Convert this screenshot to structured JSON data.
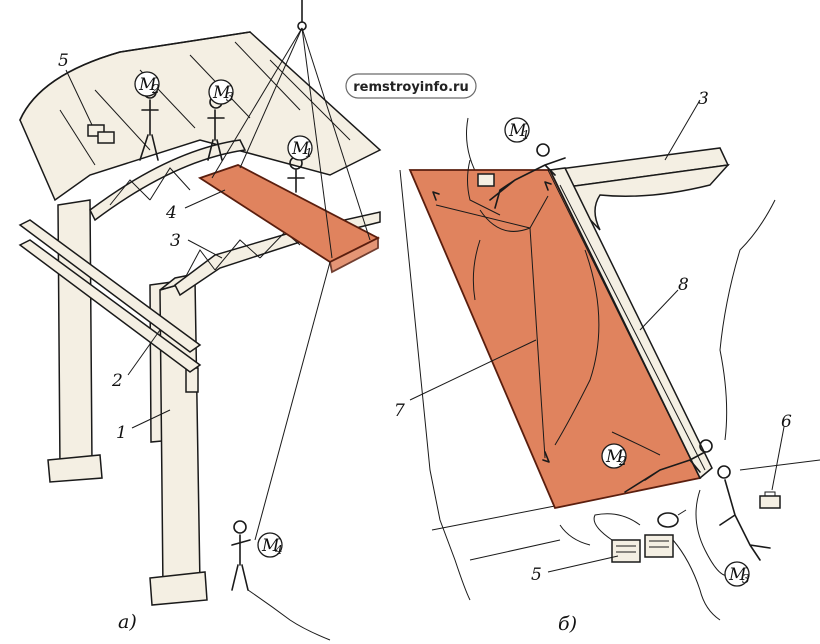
{
  "watermark": "remstroyinfo.ru",
  "colors": {
    "slab": "#e0835e",
    "slab_edge": "#5a1e0e",
    "concrete": "#f4efe3",
    "ink": "#1a1a1a"
  },
  "panel_a": {
    "caption": "а)",
    "labels": {
      "n1": "1",
      "n2": "2",
      "n3": "3",
      "n4": "4",
      "n5": "5"
    },
    "workers": [
      {
        "main": "M",
        "sub": "1"
      },
      {
        "main": "M",
        "sub": "2"
      },
      {
        "main": "M",
        "sub": "3"
      },
      {
        "main": "M",
        "sub": "4"
      }
    ]
  },
  "panel_b": {
    "caption": "б)",
    "labels": {
      "n3": "3",
      "n5": "5",
      "n6": "6",
      "n7": "7",
      "n8": "8"
    },
    "workers": [
      {
        "main": "M",
        "sub": "1"
      },
      {
        "main": "M",
        "sub": "2"
      },
      {
        "main": "M",
        "sub": "3"
      }
    ]
  }
}
